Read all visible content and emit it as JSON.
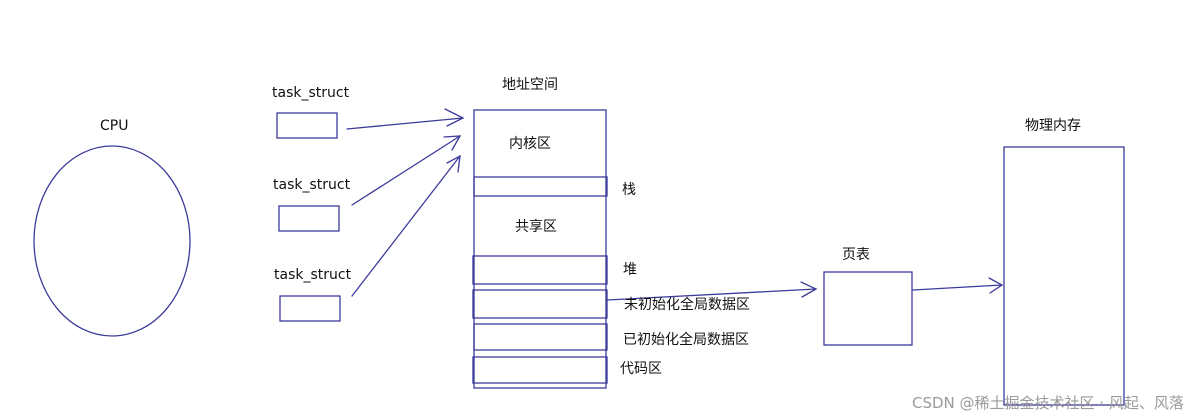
{
  "cpu": {
    "label": "CPU"
  },
  "tasks": [
    {
      "label": "task_struct"
    },
    {
      "label": "task_struct"
    },
    {
      "label": "task_struct"
    }
  ],
  "address_space": {
    "title": "地址空间",
    "regions": {
      "kernel": "内核区",
      "stack": "栈",
      "shared": "共享区",
      "heap": "堆",
      "bss": "未初始化全局数据区",
      "data": "已初始化全局数据区",
      "code": "代码区"
    }
  },
  "page_table": {
    "label": "页表"
  },
  "physical_memory": {
    "label": "物理内存"
  },
  "watermark": {
    "text": "CSDN @稀土掘金技术社区 · 风起、风落"
  },
  "colors": {
    "stroke": "#3b3b9a"
  }
}
